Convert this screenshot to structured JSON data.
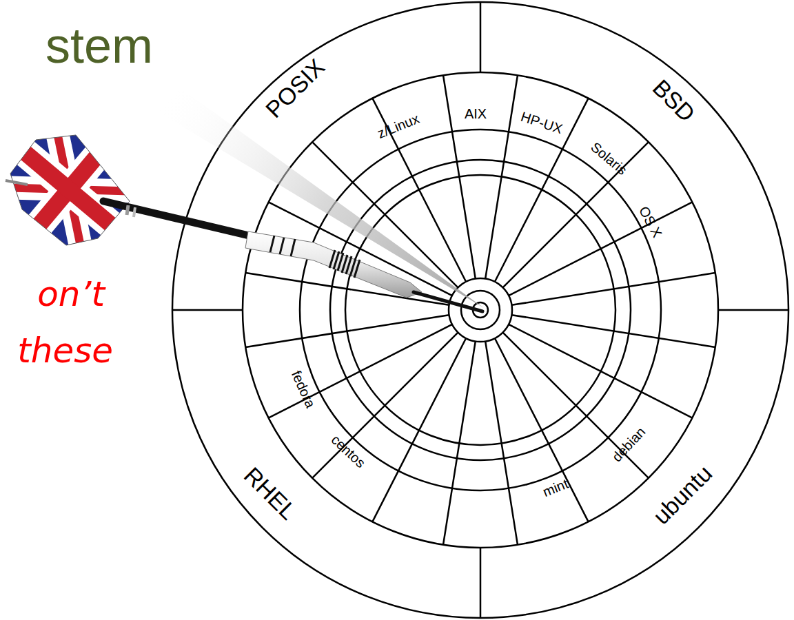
{
  "diagram": {
    "title": "stem",
    "labels": [
      "on’t",
      "these",
      "POSIX",
      "BSD",
      "RHEL",
      "ubuntu",
      "z/Linux",
      "AIX",
      "HP-UX",
      "Solaris",
      "OS X",
      "fedora",
      "centos",
      "mint",
      "debian"
    ]
  }
}
